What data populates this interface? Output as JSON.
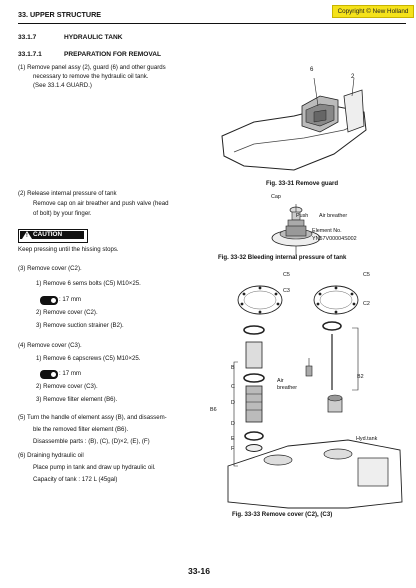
{
  "header": {
    "section": "33. UPPER STRUCTURE",
    "copyright": "Copyright © New Holland"
  },
  "sec": {
    "num": "33.1.7",
    "title": "HYDRAULIC TANK",
    "sub_num": "33.1.7.1",
    "sub_title": "PREPARATION FOR REMOVAL"
  },
  "step1": {
    "line1": "(1)  Remove panel assy (2), guard (6) and other guards",
    "line2": "necessary to remove the hydraulic oil tank.",
    "line3": "(See 33.1.4 GUARD.)"
  },
  "fig31": {
    "caption": "Fig. 33-31 Remove guard",
    "label_6": "6",
    "label_2": "2"
  },
  "step2": {
    "line1": "(2)  Release internal pressure of tank",
    "line2": "Remove cap on air breather and push valve (head",
    "line3": "of bolt) by your finger."
  },
  "caution": {
    "label": "CAUTION",
    "excl": "!",
    "text": "Keep pressing until the hissing stops."
  },
  "fig32": {
    "caption": "Fig. 33-32 Bleeding internal pressure of tank",
    "cap": "Cap",
    "push": "Push",
    "air_breather": "Air breather",
    "element_no": "Element No.",
    "element_code": "YN57V00004S002"
  },
  "step3": {
    "line1": "(3)  Remove cover (C2).",
    "sub1": "1) Remove 6 sems bolts (C5) M10×25.",
    "tool": ": 17 mm",
    "sub2": "2) Remove cover (C2).",
    "sub3": "3) Remove suction strainer (B2)."
  },
  "step4": {
    "line1": "(4)  Remove cover (C3).",
    "sub1": "1) Remove 6 capscrews (C5) M10×25.",
    "tool": ": 17 mm",
    "sub2": "2) Remove cover (C3).",
    "sub3": "3) Remove filter element (B6)."
  },
  "step5": {
    "line1": "(5)  Turn the handle of element assy (B), and disassem-",
    "line2": "ble the removed filter element (B6).",
    "line3": "Disassemble parts : (B), (C), (D)×2, (E), (F)"
  },
  "step6": {
    "line1": "(6)  Draining hydraulic oil",
    "line2": "Place pump in tank and draw up hydraulic oil.",
    "line3": "Capacity of tank : 172 L (45gal)"
  },
  "fig33": {
    "caption": "Fig. 33-33 Remove cover (C2), (C3)",
    "c5a": "C5",
    "c5b": "C5",
    "c3": "C3",
    "c2": "C2",
    "b": "B",
    "c": "C",
    "d1": "D",
    "d2": "D",
    "e": "E",
    "f": "F",
    "b6": "B6",
    "b2": "B2",
    "air": "Air",
    "breather": "breather",
    "hyd_tank": "Hyd.tank"
  },
  "page": {
    "number": "33-16"
  }
}
